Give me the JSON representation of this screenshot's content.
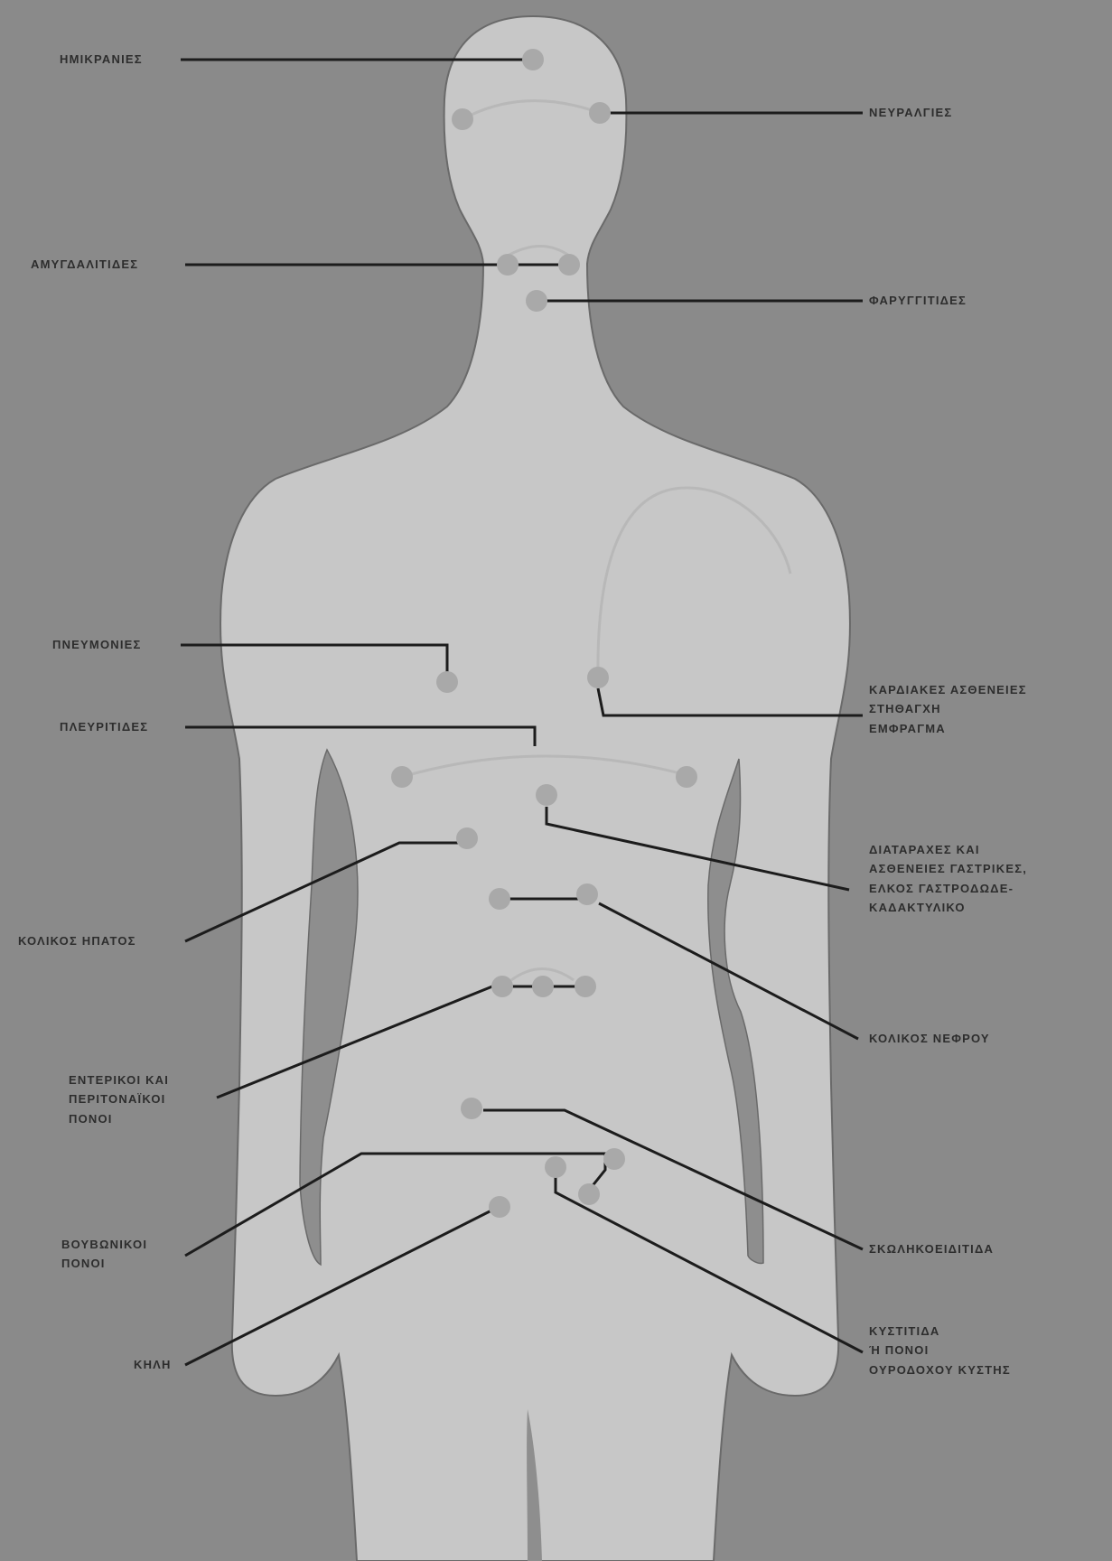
{
  "colors": {
    "background": "#8a8a8a",
    "body": "#c7c7c7",
    "body_outline": "#6a6a6a",
    "arm_gap": "#8e8e8e",
    "pain_point": "#a9a9a9",
    "leader_line": "#1c1c1c",
    "label_text": "#2d2d2d"
  },
  "labels": {
    "migraines": "ΗΜΙΚΡΑΝΙΕΣ",
    "neuralgias": "ΝΕΥΡΑΛΓΙΕΣ",
    "tonsillitis": "ΑΜΥΓΔΑΛΙΤΙΔΕΣ",
    "pharyngitis": "ΦΑΡΥΓΓΙΤΙΔΕΣ",
    "pneumonias": "ΠΝΕΥΜΟΝΙΕΣ",
    "cardiac": [
      "ΚΑΡΔΙΑΚΕΣ ΑΣΘΕΝΕΙΕΣ",
      "ΣΤΗΘΑΓΧΗ",
      "ΕΜΦΡΑΓΜΑ"
    ],
    "pleurisy": "ΠΛΕΥΡΙΤΙΔΕΣ",
    "gastric": [
      "ΔΙΑΤΑΡΑΧΕΣ ΚΑΙ",
      "ΑΣΘΕΝΕΙΕΣ ΓΑΣΤΡΙΚΕΣ,",
      "ΕΛΚΟΣ ΓΑΣΤΡΟΔΩΔΕ-",
      "ΚΑΔΑΚΤΥΛΙΚΟ"
    ],
    "liver_colic": "ΚΟΛΙΚΟΣ ΗΠΑΤΟΣ",
    "kidney_colic": "ΚΟΛΙΚΟΣ ΝΕΦΡΟΥ",
    "intestinal": [
      "ΕΝΤΕΡΙΚΟΙ ΚΑΙ",
      "ΠΕΡΙΤΟΝΑΪΚΟΙ",
      "ΠΟΝΟΙ"
    ],
    "inguinal": [
      "ΒΟΥΒΩΝΙΚΟΙ",
      "ΠΟΝΟΙ"
    ],
    "appendicitis": "ΣΚΩΛΗΚΟΕΙΔΙΤΙΔΑ",
    "hernia": "ΚΗΛΗ",
    "cystitis": [
      "ΚΥΣΤΙΤΙΔΑ",
      "Ή ΠΟΝΟΙ",
      "ΟΥΡΟΔΟΧΟΥ ΚΥΣΤΗΣ"
    ]
  }
}
